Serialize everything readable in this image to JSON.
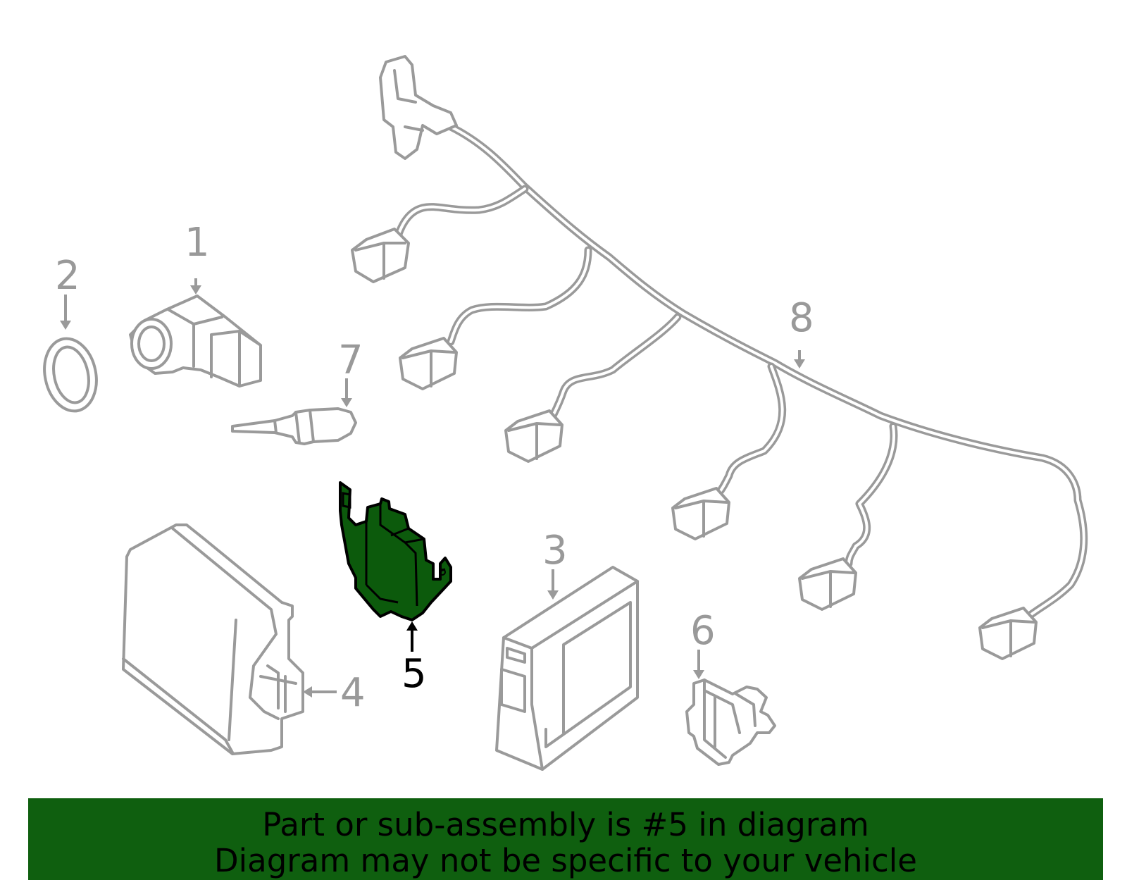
{
  "diagram": {
    "labels": [
      "1",
      "2",
      "3",
      "4",
      "5",
      "6",
      "7",
      "8"
    ],
    "highlighted_part": "5",
    "highlight_color": "#0c5a0c",
    "part_color": "#9a9a9a"
  },
  "banner": {
    "line1": "Part or sub-assembly is #5 in diagram",
    "line2": "Diagram may not be specific to your vehicle",
    "background": "#0f5f0f"
  }
}
